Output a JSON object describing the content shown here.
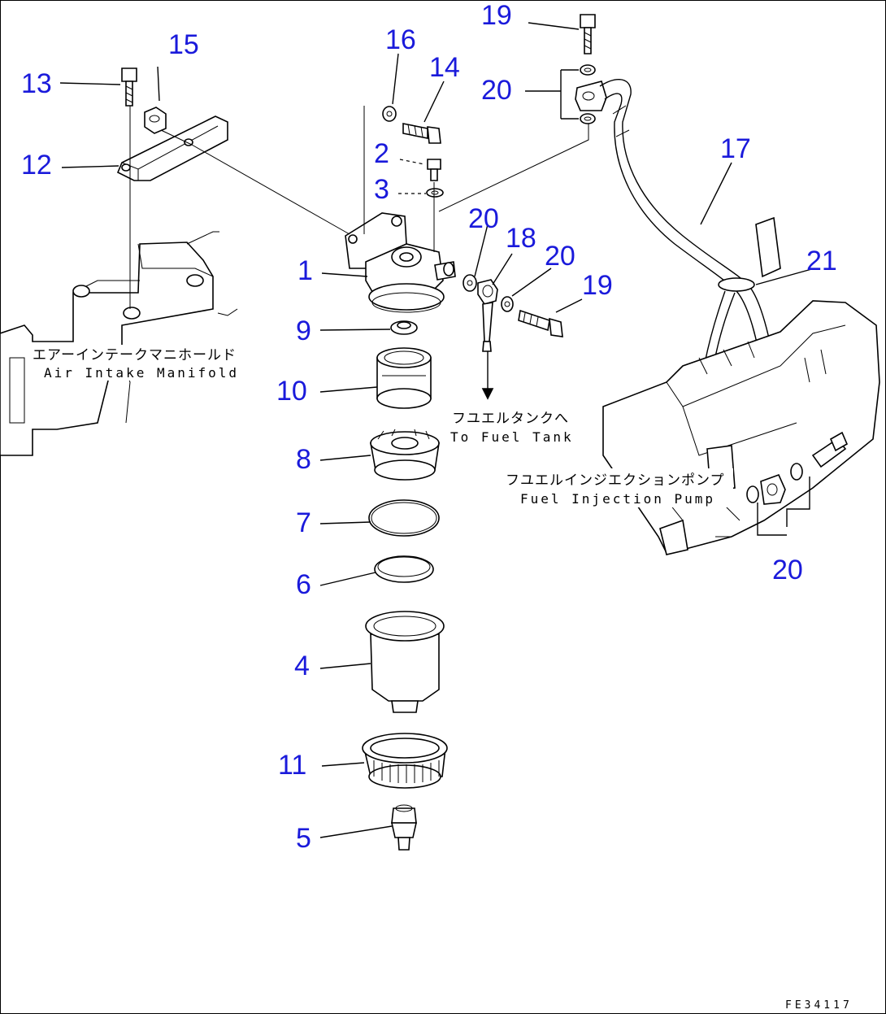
{
  "callouts": [
    {
      "label": "19"
    },
    {
      "label": "15"
    },
    {
      "label": "16"
    },
    {
      "label": "13"
    },
    {
      "label": "14"
    },
    {
      "label": "20"
    },
    {
      "label": "12"
    },
    {
      "label": "2"
    },
    {
      "label": "17"
    },
    {
      "label": "3"
    },
    {
      "label": "20"
    },
    {
      "label": "18"
    },
    {
      "label": "1"
    },
    {
      "label": "20"
    },
    {
      "label": "21"
    },
    {
      "label": "19"
    },
    {
      "label": "9"
    },
    {
      "label": "10"
    },
    {
      "label": "8"
    },
    {
      "label": "7"
    },
    {
      "label": "20"
    },
    {
      "label": "6"
    },
    {
      "label": "4"
    },
    {
      "label": "11"
    },
    {
      "label": "5"
    }
  ],
  "notes": {
    "air_intake_jp": "エアーインテークマニホールド",
    "air_intake_en": "Air Intake Manifold",
    "fuel_tank_jp": "フユエルタンクへ",
    "fuel_tank_en": "To Fuel Tank",
    "injection_pump_jp": "フユエルインジエクションポンプ",
    "injection_pump_en": "Fuel Injection Pump"
  },
  "drawing_code": "FE34117"
}
